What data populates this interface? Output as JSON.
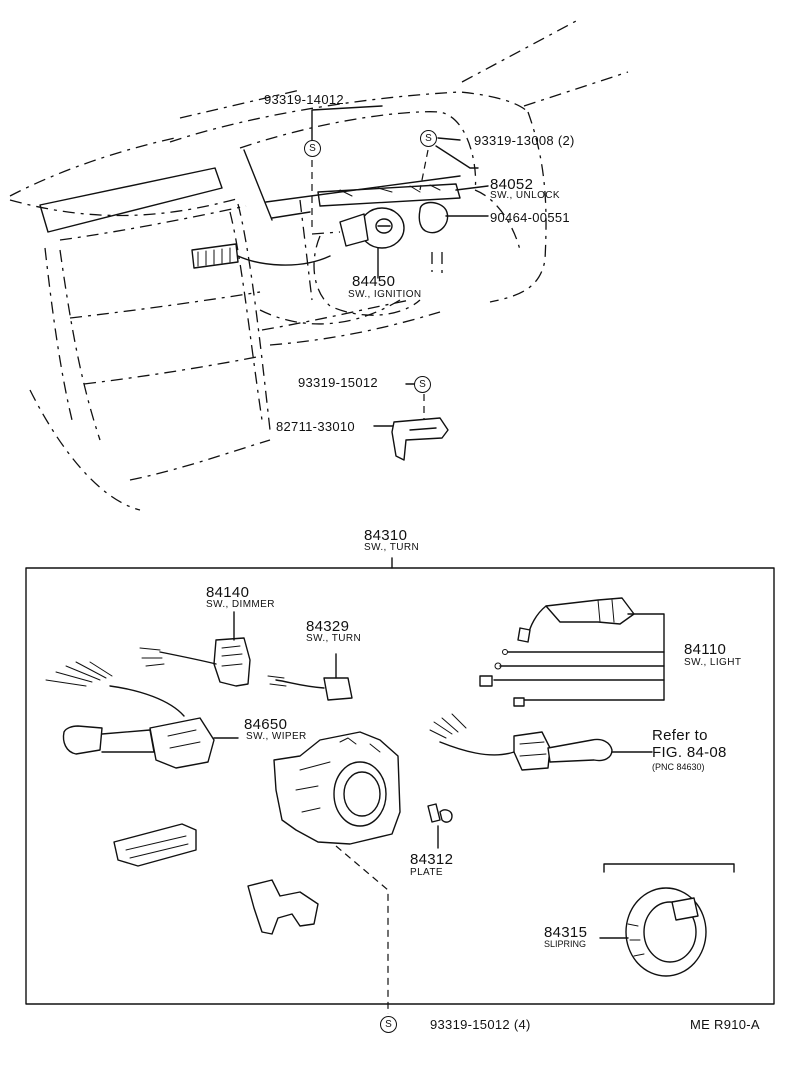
{
  "parts": {
    "screw_top": "93319-14012",
    "screw_right": "93319-13008 (2)",
    "unlock_no": "84052",
    "unlock_name": "SW., UNLOCK",
    "bulb": "90464-00551",
    "ignition_no": "84450",
    "ignition_name": "SW., IGNITION",
    "screw_bracket": "93319-15012",
    "bracket": "82711-33010",
    "turn_assy_no": "84310",
    "turn_assy_name": "SW., TURN",
    "dimmer_no": "84140",
    "dimmer_name": "SW., DIMMER",
    "turn_no": "84329",
    "turn_name": "SW., TURN",
    "light_no": "84110",
    "light_name": "SW., LIGHT",
    "wiper_no": "84650",
    "wiper_name": "SW., WIPER",
    "refer_line1": "Refer to",
    "refer_line2": "FIG. 84-08",
    "refer_line3": "(PNC 84630)",
    "plate_no": "84312",
    "plate_name": "PLATE",
    "spiral_no": "84315",
    "spiral_name": "SLIPRING",
    "screw_bottom": "93319-15012 (4)"
  },
  "marks": {
    "screw_symbol": "S"
  },
  "footer": {
    "code": "ME R910-A"
  }
}
